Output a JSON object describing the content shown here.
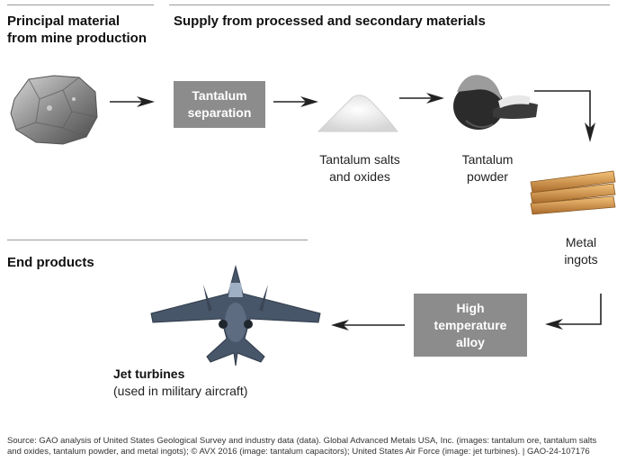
{
  "headers": {
    "mine": "Principal material from mine production",
    "supply": "Supply from processed and secondary materials",
    "end": "End products"
  },
  "boxes": {
    "separation": "Tantalum separation",
    "alloy": "High temperature alloy"
  },
  "labels": {
    "salts": "Tantalum salts and oxides",
    "powder": "Tantalum powder",
    "ingots": "Metal ingots",
    "jet_title": "Jet turbines",
    "jet_sub": "(used in military aircraft)"
  },
  "source": "Source: GAO analysis of United States Geological Survey and industry data (data). Global Advanced Metals USA, Inc. (images: tantalum ore, tantalum salts and oxides, tantalum powder, and metal ingots); © AVX 2016 (image: tantalum capacitors); United States Air Force (image: jet turbines). | GAO-24-107176",
  "colors": {
    "box": "#8c8c8c",
    "rule": "#9a9a9a",
    "arrow": "#222222"
  }
}
